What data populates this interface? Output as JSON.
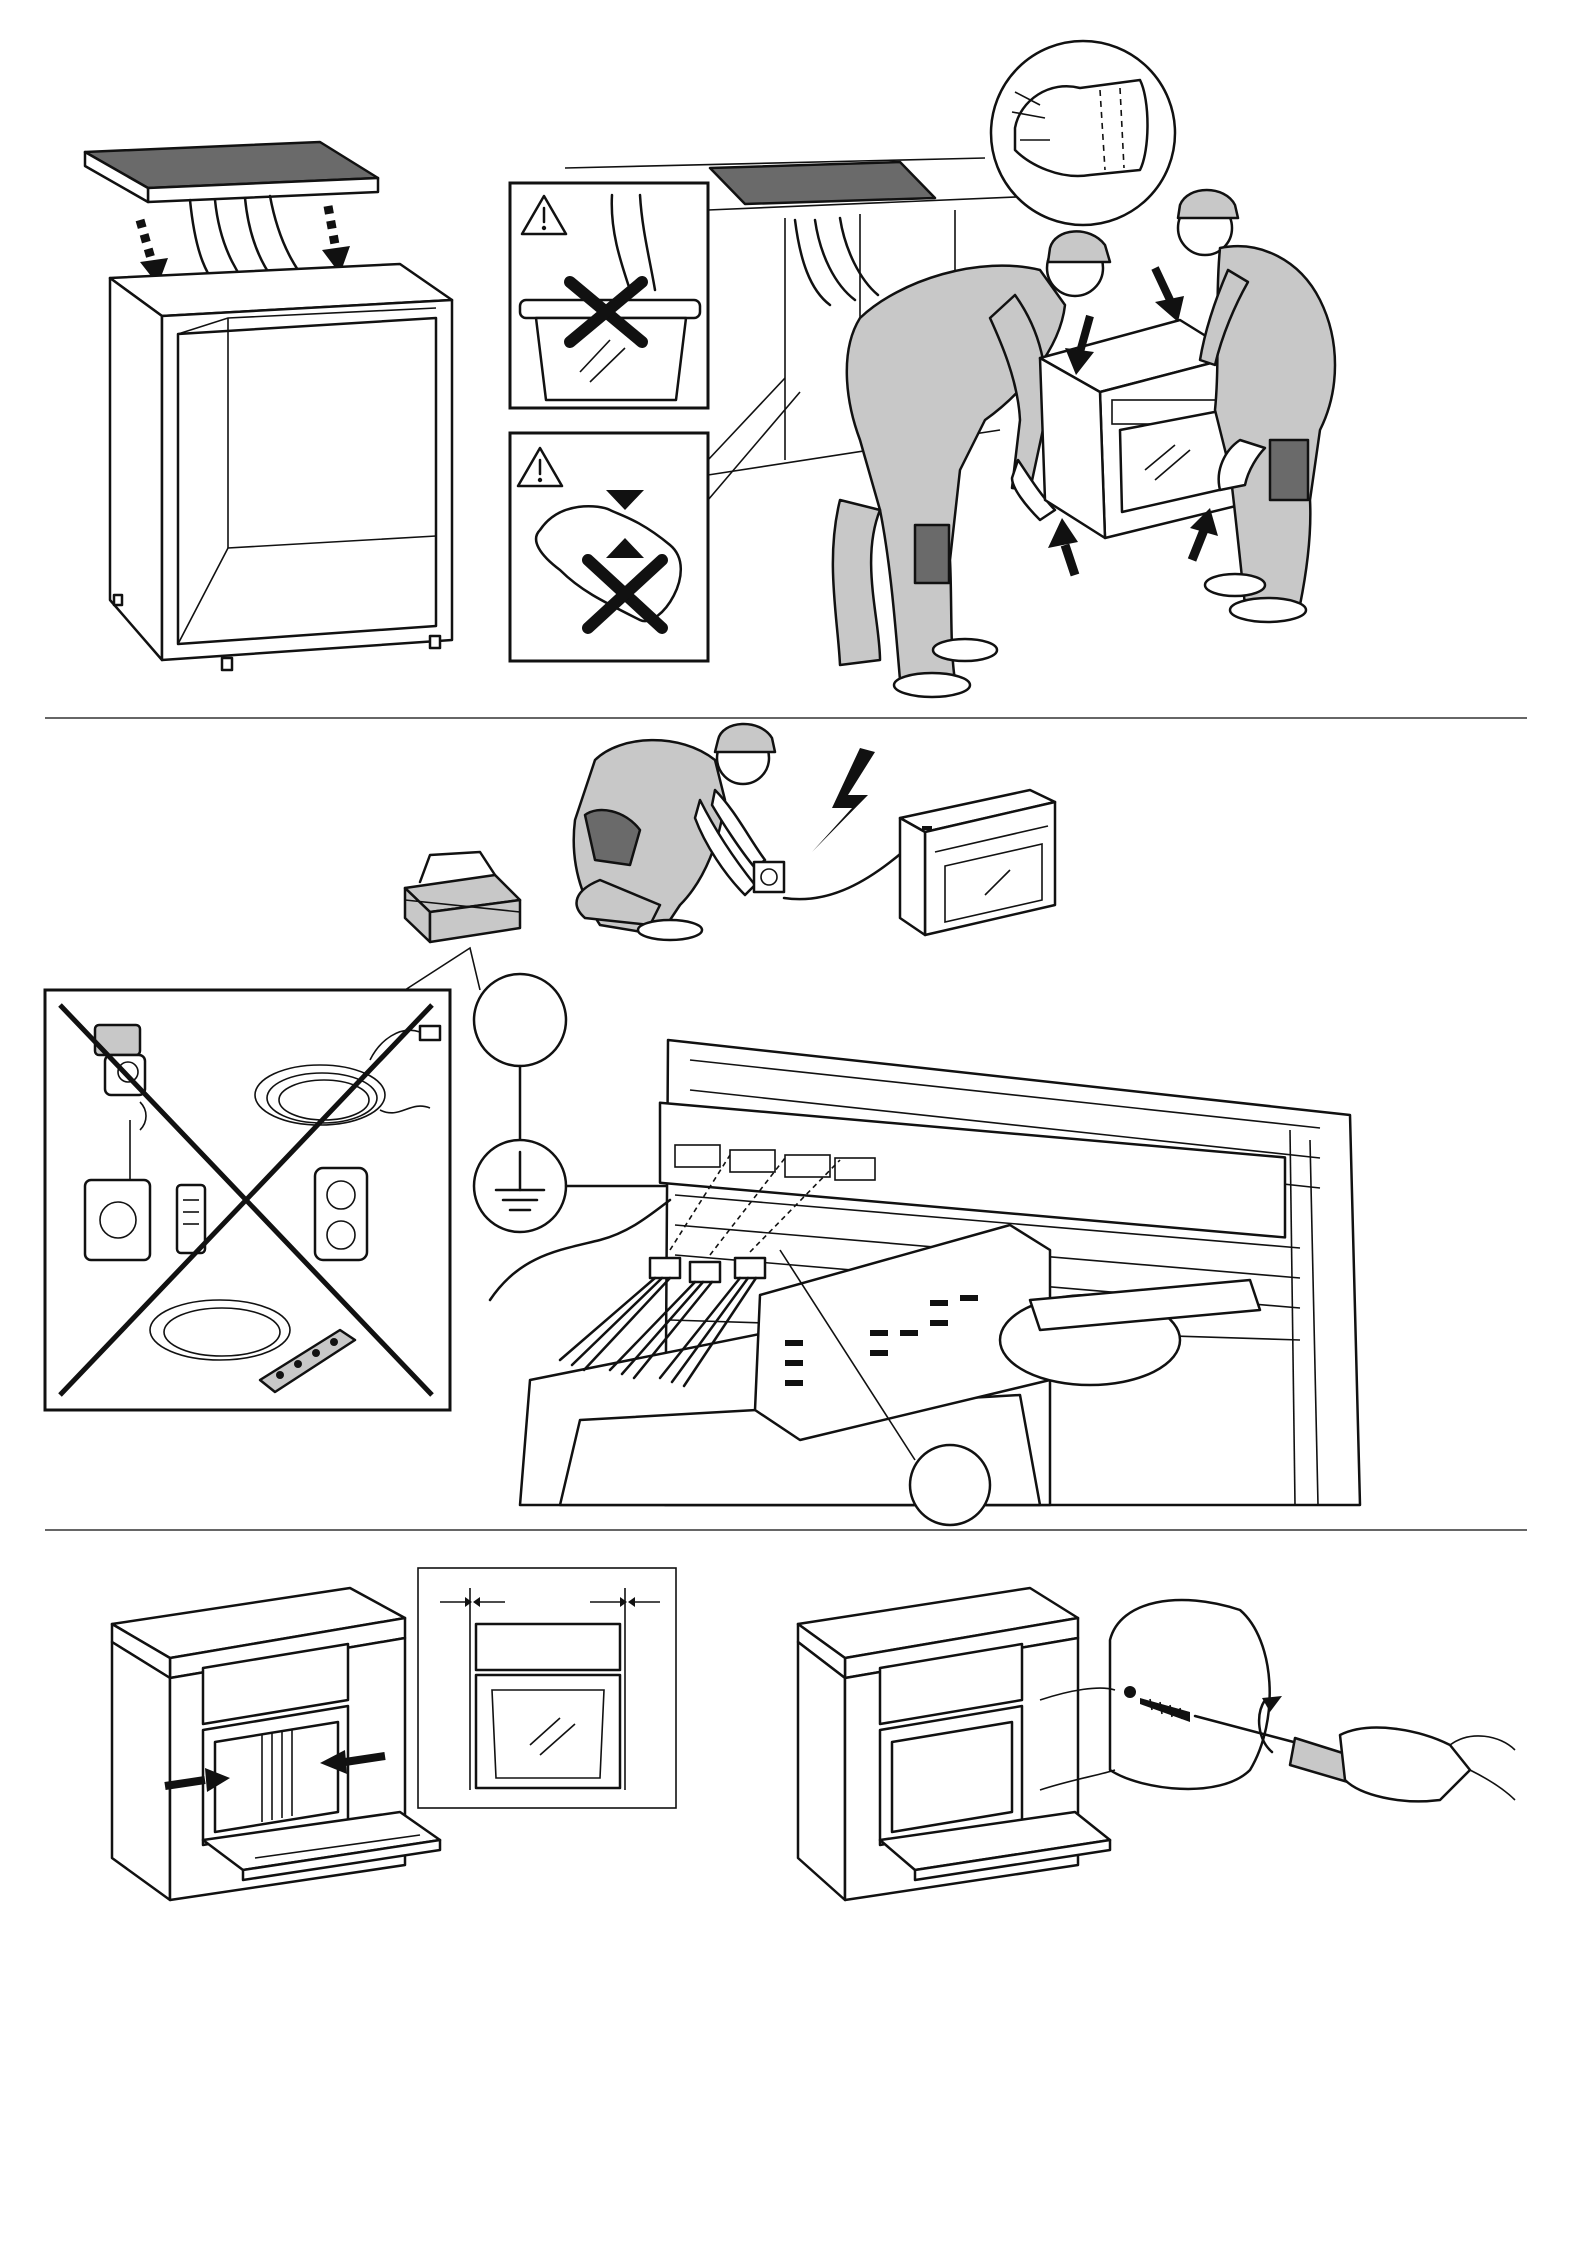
{
  "page": {
    "panels": [
      "cabinet-preparation",
      "oven-lifting",
      "electrical-connection",
      "clearance-and-fixing"
    ]
  },
  "icons": {
    "warning": "warning-triangle-icon",
    "prohibited": "cross-out-icon",
    "ground": "ground-symbol-icon",
    "lightning": "lightning-bolt-icon",
    "glove": "protective-glove-icon"
  },
  "colors": {
    "line": "#111111",
    "light_fill": "#c8c8c8",
    "dark_fill": "#6a6a6a",
    "paper": "#ffffff"
  }
}
